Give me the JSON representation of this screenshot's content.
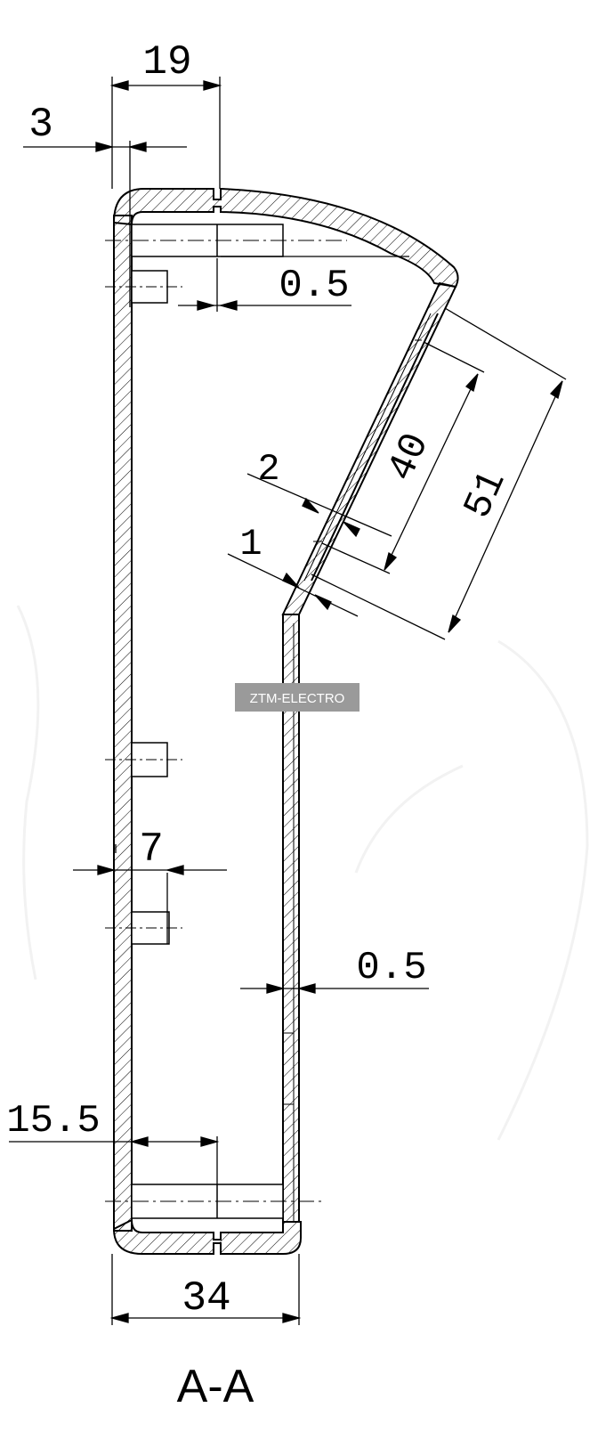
{
  "drawing": {
    "section_label": "A-A",
    "watermark": "ZTM-ELECTRO",
    "dimensions": {
      "top_width": "19",
      "wall_offset": "3",
      "top_gap": "0.5",
      "thickness_2": "2",
      "thickness_1": "1",
      "slope_inner": "40",
      "slope_outer": "51",
      "boss_offset": "7",
      "lower_gap": "0.5",
      "bottom_width": "15.5",
      "total_depth": "34"
    },
    "colors": {
      "line": "#000000",
      "background": "#ffffff",
      "watermark": "#9a9a9a"
    }
  }
}
